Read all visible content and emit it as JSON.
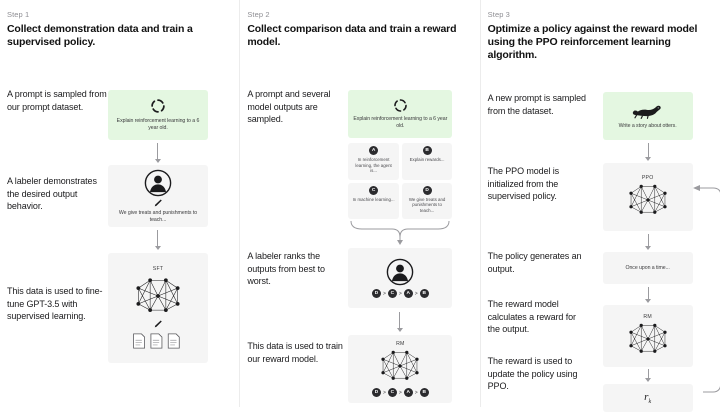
{
  "diagram": {
    "title": "RLHF three step training process",
    "colors": {
      "prompt_green": "#e4f7e1",
      "panel_gray": "#f5f5f5",
      "arrow_gray": "#9b9b9f",
      "ink": "#202123",
      "divider": "#ececec"
    }
  },
  "steps": [
    {
      "kicker": "Step 1",
      "title": "Collect demonstration data and train a supervised policy.",
      "captions": [
        "A prompt is sampled from our prompt dataset.",
        "A labeler demonstrates the desired output behavior.",
        "This data is used to fine-tune GPT-3.5 with supervised learning."
      ],
      "panels": [
        {
          "kind": "prompt",
          "text": "Explain reinforcement learning to a 6 year old.",
          "icon": "dashed-circle-icon"
        },
        {
          "kind": "labeler",
          "text": "We give treats and punishments to teach...",
          "icon": "person-icon"
        },
        {
          "kind": "model",
          "label": "SFT",
          "icon": "neural-net-icon"
        }
      ]
    },
    {
      "kicker": "Step 2",
      "title": "Collect comparison data and train a reward model.",
      "captions": [
        "A prompt and several model outputs are sampled.",
        "A labeler ranks the outputs from best to worst.",
        "This data is used to train our reward model."
      ],
      "prompt": {
        "text": "Explain reinforcement learning to a 6 year old.",
        "icon": "dashed-circle-icon"
      },
      "outputs": [
        {
          "letter": "A",
          "text": "In reinforcement learning, the agent is..."
        },
        {
          "letter": "B",
          "text": "Explain rewards..."
        },
        {
          "letter": "C",
          "text": "In machine learning..."
        },
        {
          "letter": "D",
          "text": "We give treats and punishments to teach..."
        }
      ],
      "ranking": [
        "D",
        "C",
        "A",
        "B"
      ],
      "ranking_separator": ">",
      "reward_model_label": "RM"
    },
    {
      "kicker": "Step 3",
      "title": "Optimize a policy against the reward model using the PPO reinforcement learning algorithm.",
      "captions": [
        "A new prompt is sampled from the dataset.",
        "The PPO model is initialized from the supervised policy.",
        "The policy generates an output.",
        "The reward model calculates a reward for the output.",
        "The reward is used to update the policy using PPO."
      ],
      "panels": [
        {
          "kind": "prompt",
          "text": "Write a story about otters.",
          "icon": "otter-icon"
        },
        {
          "kind": "model",
          "label": "PPO",
          "icon": "neural-net-icon"
        },
        {
          "kind": "output",
          "text": "Once upon a time..."
        },
        {
          "kind": "model",
          "label": "RM",
          "icon": "neural-net-icon"
        },
        {
          "kind": "reward",
          "symbol": "r",
          "subscript": "k"
        }
      ]
    }
  ]
}
